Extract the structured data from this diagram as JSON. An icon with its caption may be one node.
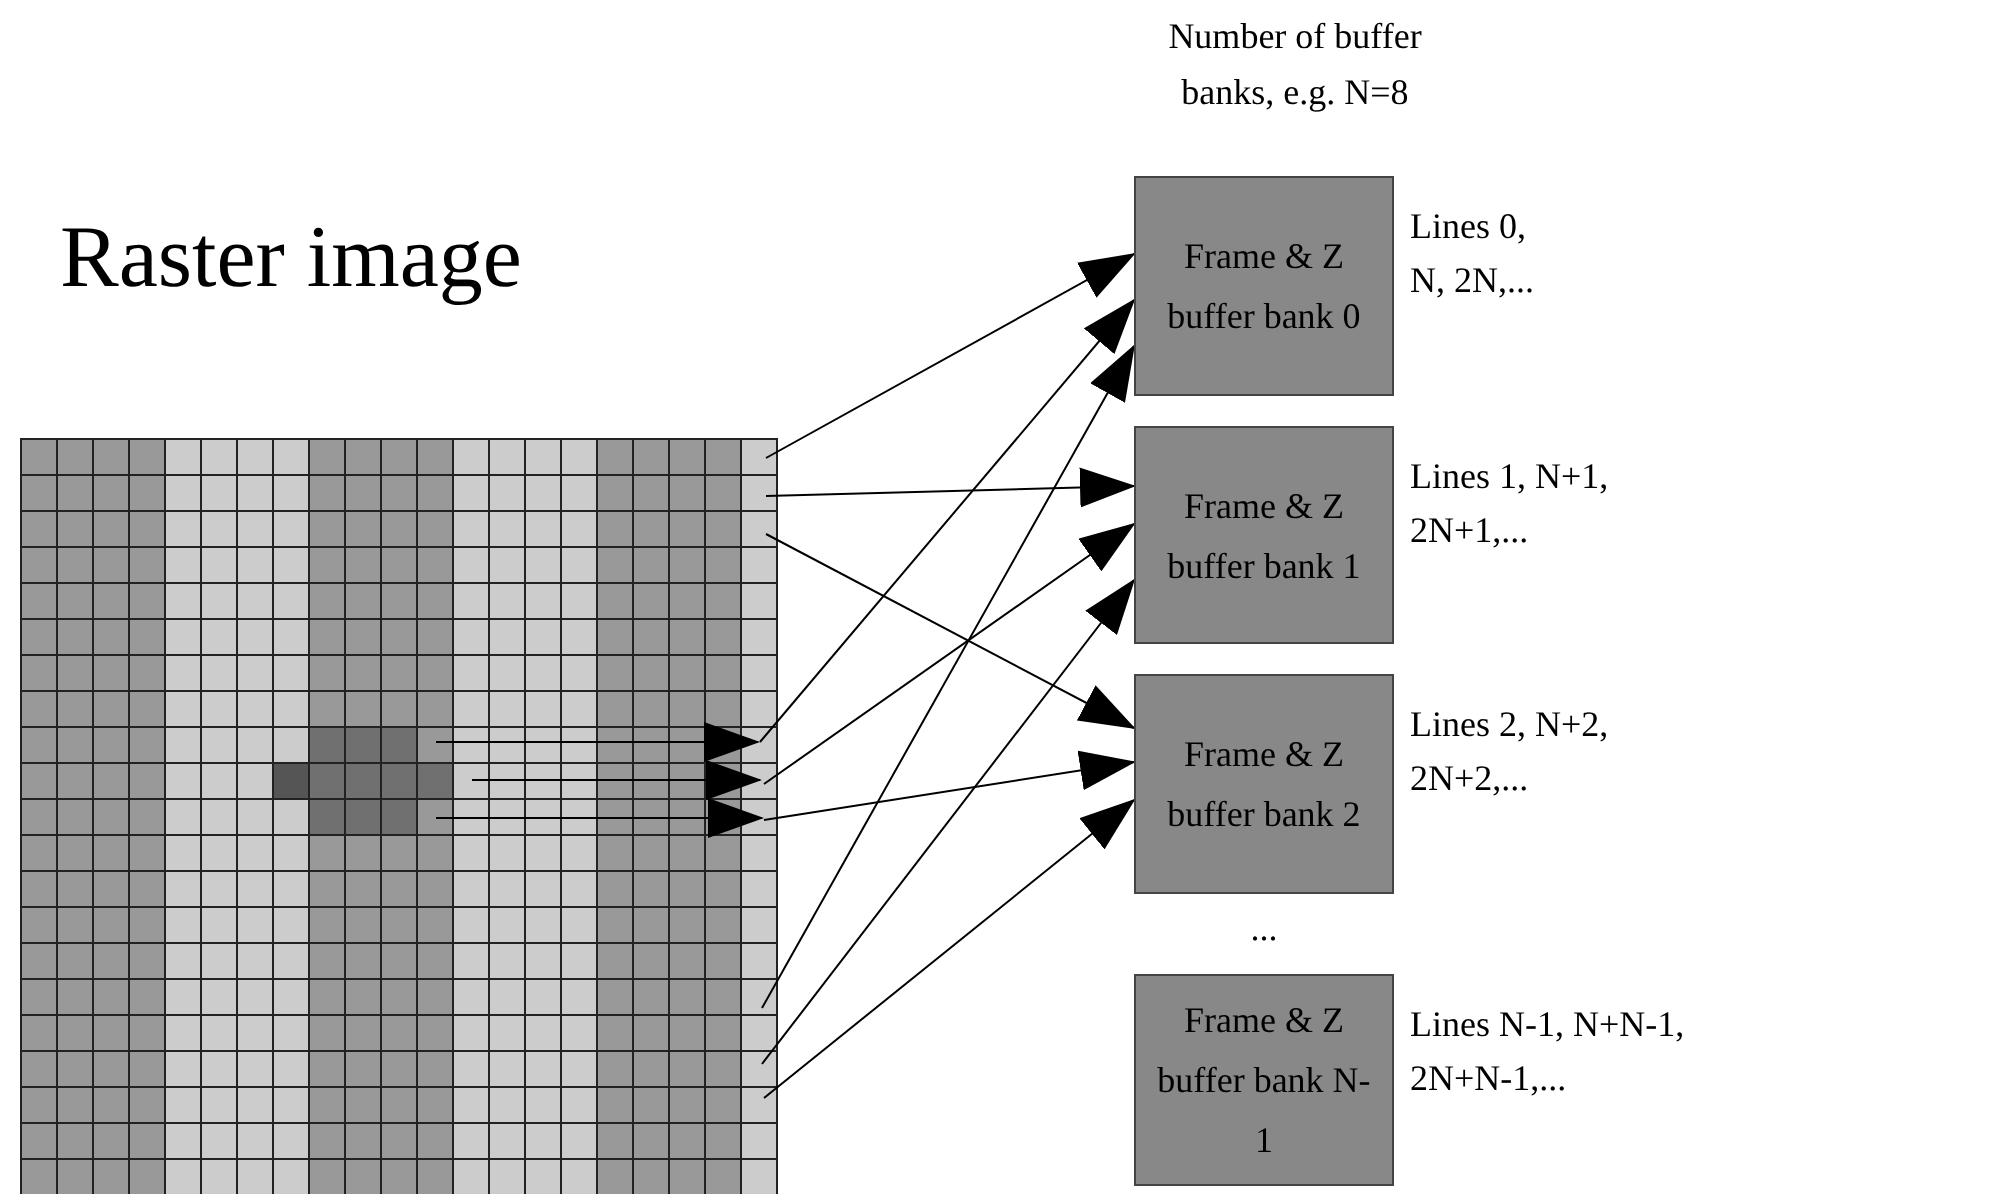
{
  "diagram": {
    "nodes": [
      {
        "text": [
          "Raster image"
        ]
      },
      {
        "text": [],
        "shape": "cross",
        "in": 0
      },
      {
        "text": [
          "Frame & Z buffer bank 0"
        ],
        "beside": [
          "Lines 0, N, 2N,..."
        ]
      },
      {
        "text": [
          "Frame & Z buffer bank 1"
        ],
        "beside": [
          "Lines 1, N+1, 2N+1,..."
        ]
      },
      {
        "text": [
          "Frame & Z buffer bank 2"
        ],
        "beside": [
          "Lines 2, N+2, 2N+2,..."
        ]
      },
      {
        "text": [
          "Frame & Z buffer bank N-1"
        ],
        "beside": [
          "Lines N-1, N+N-1, 2N+N-1,..."
        ]
      }
    ],
    "edges": [
      {
        "from": 0,
        "to": 2,
        "arrow": "to"
      },
      {
        "from": 0,
        "to": 3,
        "arrow": "to"
      },
      {
        "from": 0,
        "to": 4,
        "arrow": "to"
      },
      {
        "from": 1,
        "to": null,
        "arrow": "to"
      },
      {
        "from": 1,
        "to": null,
        "arrow": "to"
      },
      {
        "from": 1,
        "to": null,
        "arrow": "to"
      },
      {
        "from": 0,
        "to": 2,
        "arrow": "to"
      },
      {
        "from": 0,
        "to": 3,
        "arrow": "to"
      },
      {
        "from": 0,
        "to": 4,
        "arrow": "to"
      },
      {
        "from": 0,
        "to": 2,
        "arrow": "to"
      },
      {
        "from": 0,
        "to": 3,
        "arrow": "to"
      },
      {
        "from": 0,
        "to": 4,
        "arrow": "to"
      }
    ],
    "labels": [
      "Number of buffer banks, e.g. N=8",
      "..."
    ]
  }
}
